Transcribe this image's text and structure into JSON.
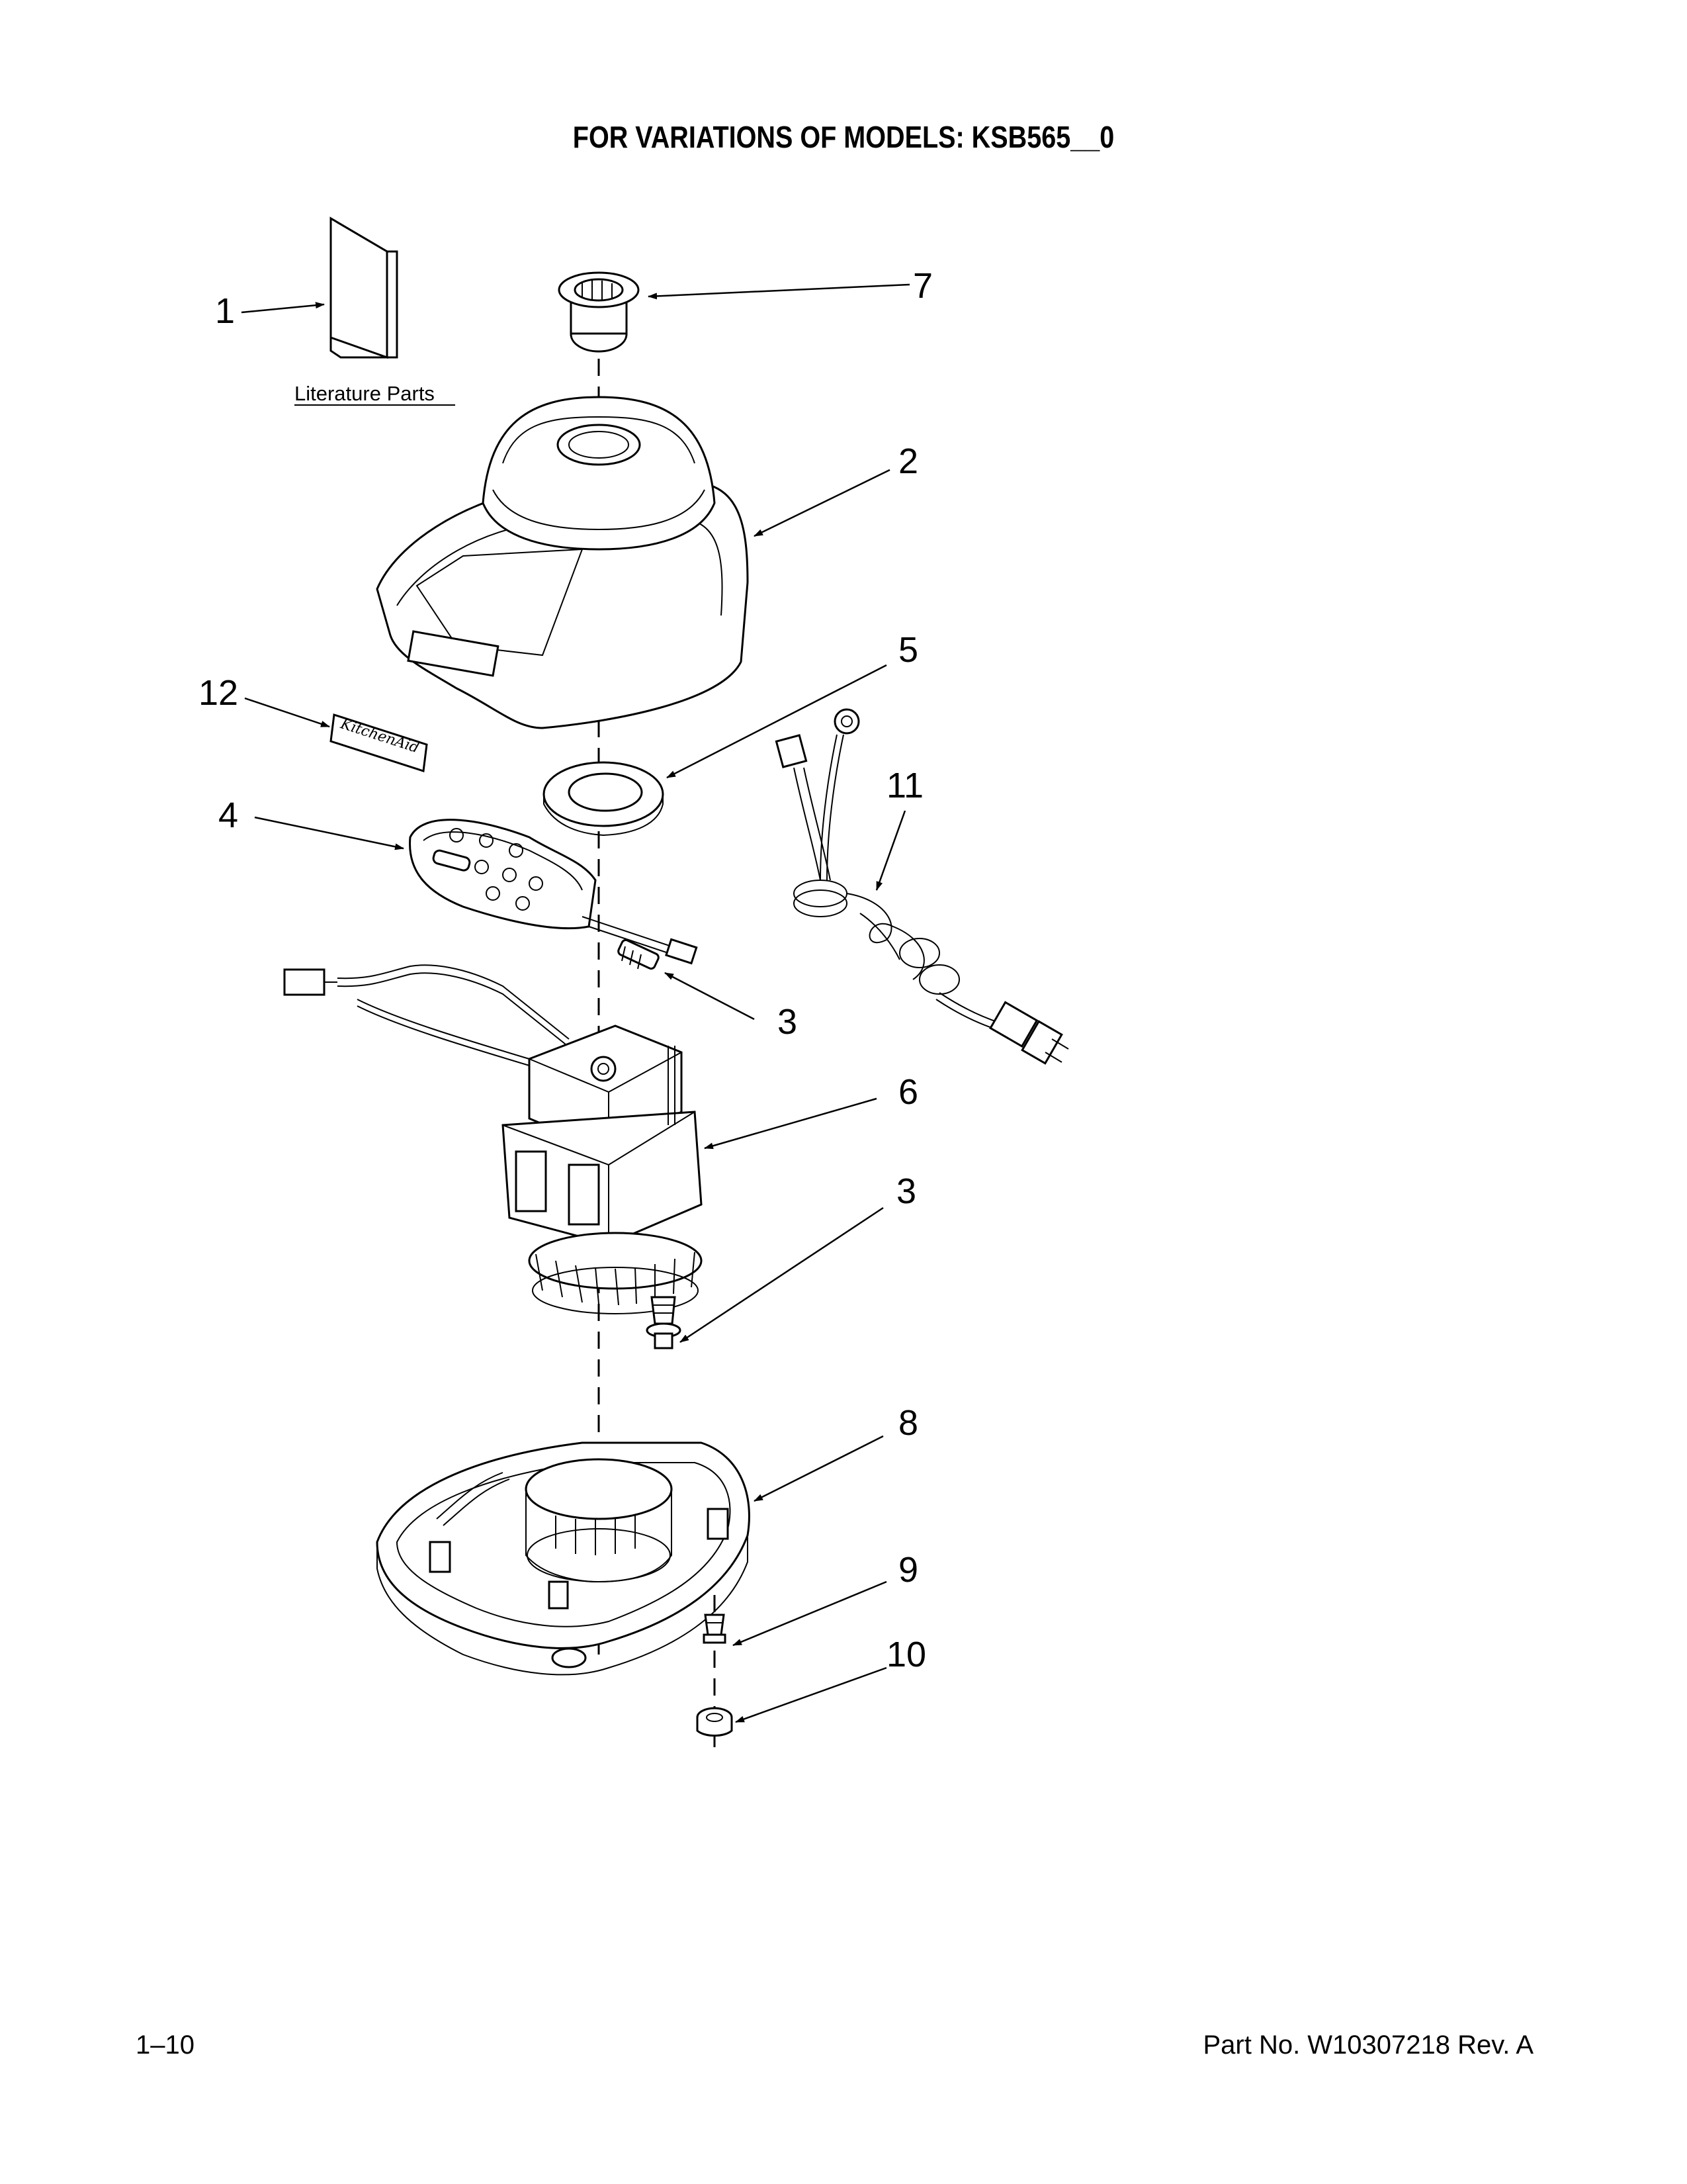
{
  "header": {
    "title": "FOR VARIATIONS OF MODELS: KSB565__0"
  },
  "literature": {
    "label": "Literature Parts"
  },
  "callouts": {
    "c1": "1",
    "c2": "2",
    "c3a": "3",
    "c3b": "3",
    "c4": "4",
    "c5": "5",
    "c6": "6",
    "c7": "7",
    "c8": "8",
    "c9": "9",
    "c10": "10",
    "c11": "11",
    "c12": "12"
  },
  "footer": {
    "page": "1–10",
    "part_no": "Part No. W10307218 Rev. A"
  }
}
